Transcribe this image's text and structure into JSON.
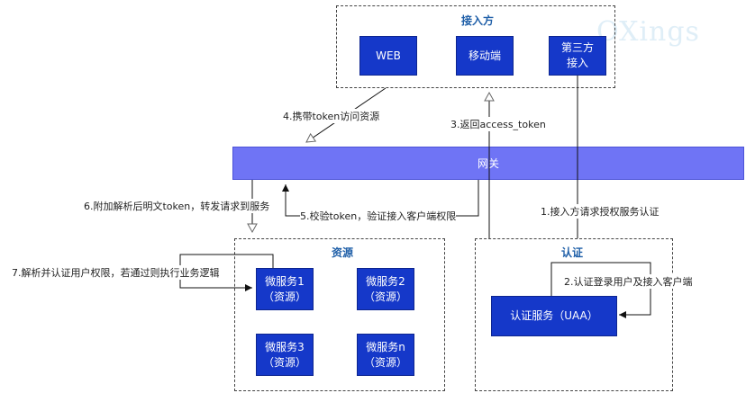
{
  "watermark": "OXings",
  "groups": {
    "access": "接入方",
    "resource": "资源",
    "auth": "认证"
  },
  "nodes": {
    "web": "WEB",
    "mobile": "移动端",
    "third_party": "第三方\n接入",
    "gateway": "网关",
    "ms1": "微服务1\n（资源）",
    "ms2": "微服务2\n（资源）",
    "ms3": "微服务3\n（资源）",
    "msn": "微服务n\n（资源）",
    "uaa": "认证服务（UAA）"
  },
  "steps": {
    "s1": "1.接入方请求授权服务认证",
    "s2": "2.认证登录用户及接入客户端",
    "s3": "3.返回access_token",
    "s4": "4.携带token访问资源",
    "s5": "5.校验token，验证接入客户端权限",
    "s6": "6.附加解析后明文token，转发请求到服务",
    "s7": "7.解析并认证用户权限，若通过则执行业务逻辑"
  }
}
